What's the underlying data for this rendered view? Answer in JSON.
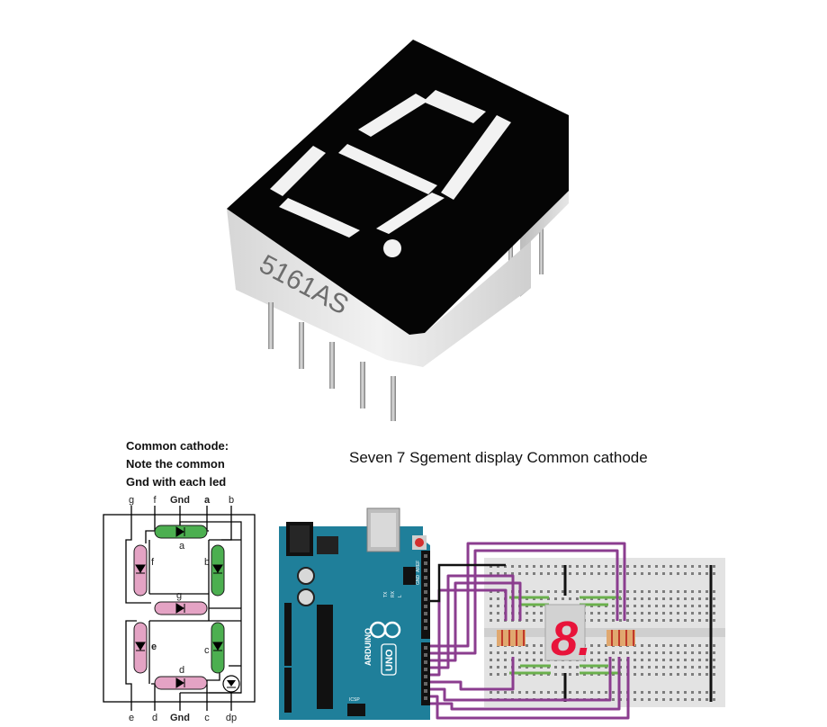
{
  "caption": "Seven 7 Sgement display Common cathode",
  "note": {
    "line1": "Common cathode:",
    "line2": "Note the common",
    "line3": "Gnd with each led"
  },
  "part_marking": "5161AS",
  "schematic": {
    "top_pins": [
      "g",
      "f",
      "Gnd",
      "a",
      "b"
    ],
    "bottom_pins": [
      "e",
      "d",
      "Gnd",
      "c",
      "dp"
    ],
    "segment_labels": [
      "a",
      "b",
      "c",
      "d",
      "e",
      "f",
      "g"
    ]
  },
  "board": {
    "name": "UNO",
    "brand": "ARDUINO",
    "led_label_l": "L",
    "tx_label": "TX",
    "rx_label": "RX",
    "icsp_label": "ICSP",
    "aref_label": "AREF",
    "gnd_label": "GND"
  },
  "breadboard_display": "8.",
  "colors": {
    "segment_green": "#4caf50",
    "segment_pink": "#e4a3c4",
    "arduino_teal": "#1f7f9a",
    "wire_purple": "#8b3d8f",
    "display_red": "#e8133a"
  }
}
